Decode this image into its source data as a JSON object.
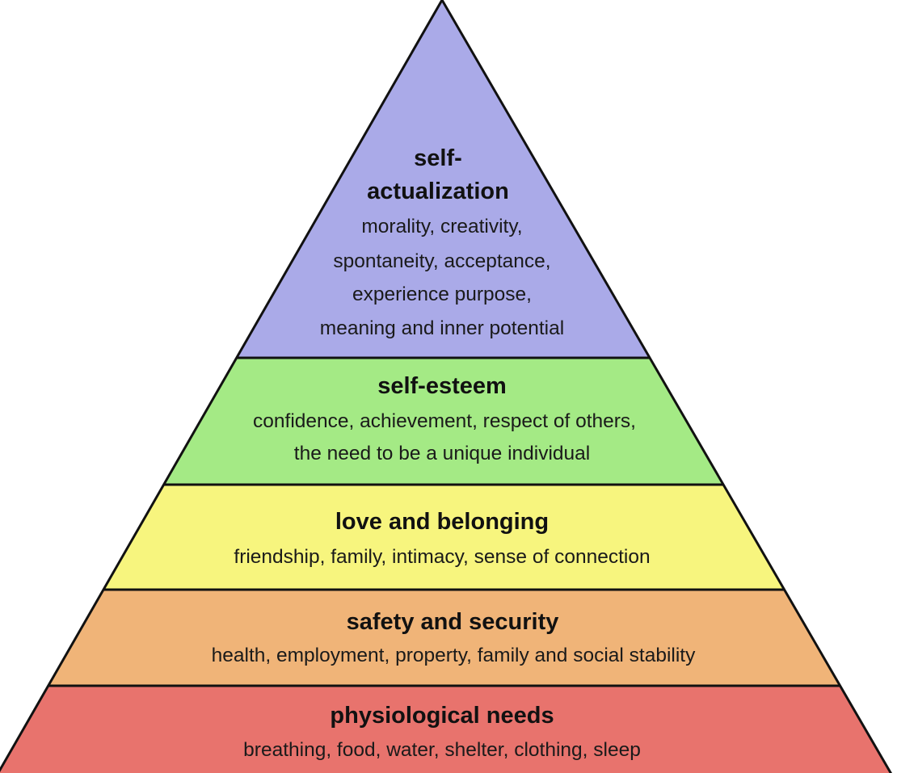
{
  "colors": {
    "self_actualization": "#aaaae8",
    "self_esteem": "#a4ea85",
    "love_belonging": "#f7f57e",
    "safety": "#f0b478",
    "physiological": "#e8736d",
    "outline": "#111111"
  },
  "levels": [
    {
      "title_lines": [
        "self-",
        "actualization"
      ],
      "body_lines": [
        "morality, creativity,",
        "spontaneity, acceptance,",
        "experience purpose,",
        "meaning and inner potential"
      ]
    },
    {
      "title_lines": [
        "self-esteem"
      ],
      "body_lines": [
        "confidence, achievement, respect of others,",
        "the need to be a unique individual"
      ]
    },
    {
      "title_lines": [
        "love and belonging"
      ],
      "body_lines": [
        "friendship, family, intimacy, sense of connection"
      ]
    },
    {
      "title_lines": [
        "safety and security"
      ],
      "body_lines": [
        "health, employment, property, family and social stability"
      ]
    },
    {
      "title_lines": [
        "physiological needs"
      ],
      "body_lines": [
        "breathing, food, water, shelter, clothing, sleep"
      ]
    }
  ]
}
